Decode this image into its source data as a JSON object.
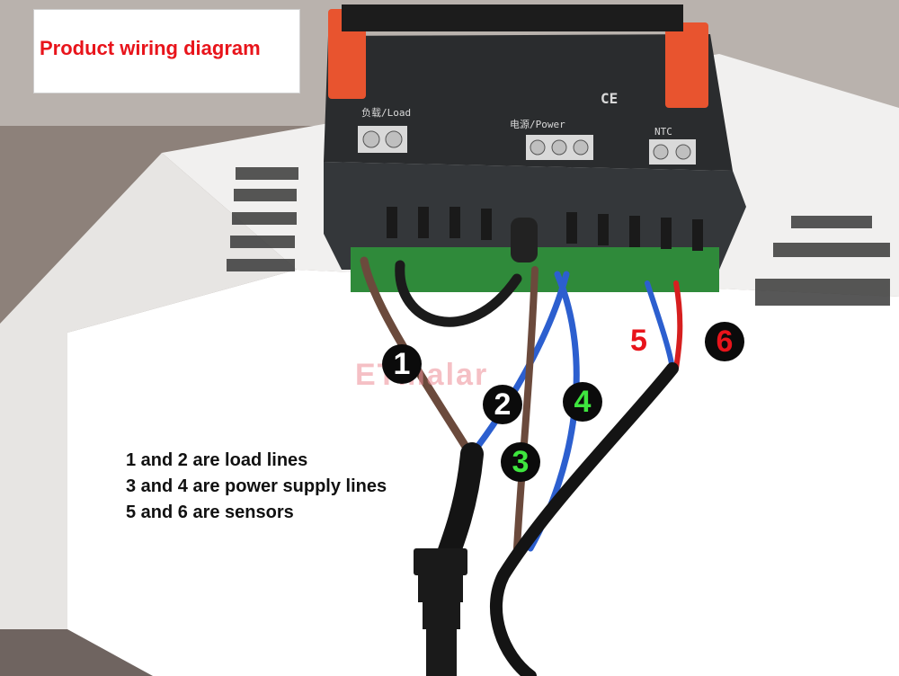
{
  "title": "Product wiring diagram",
  "legend": [
    "1 and 2 are load lines",
    "3 and 4 are power supply lines",
    "5 and 6 are sensors"
  ],
  "markers": {
    "m1": "1",
    "m2": "2",
    "m3": "3",
    "m4": "4",
    "m5": "5",
    "m6": "6"
  },
  "device_labels": {
    "load": "负载/Load",
    "power": "电源/Power",
    "ntc": "NTC",
    "ce": "CE"
  },
  "watermark": "ETmalar",
  "colors": {
    "title": "#e8141b",
    "brown_wire": "#6b4a3c",
    "blue_wire": "#2c5fcf",
    "red_wire": "#d61f1f",
    "green_number": "#3ee63e"
  }
}
